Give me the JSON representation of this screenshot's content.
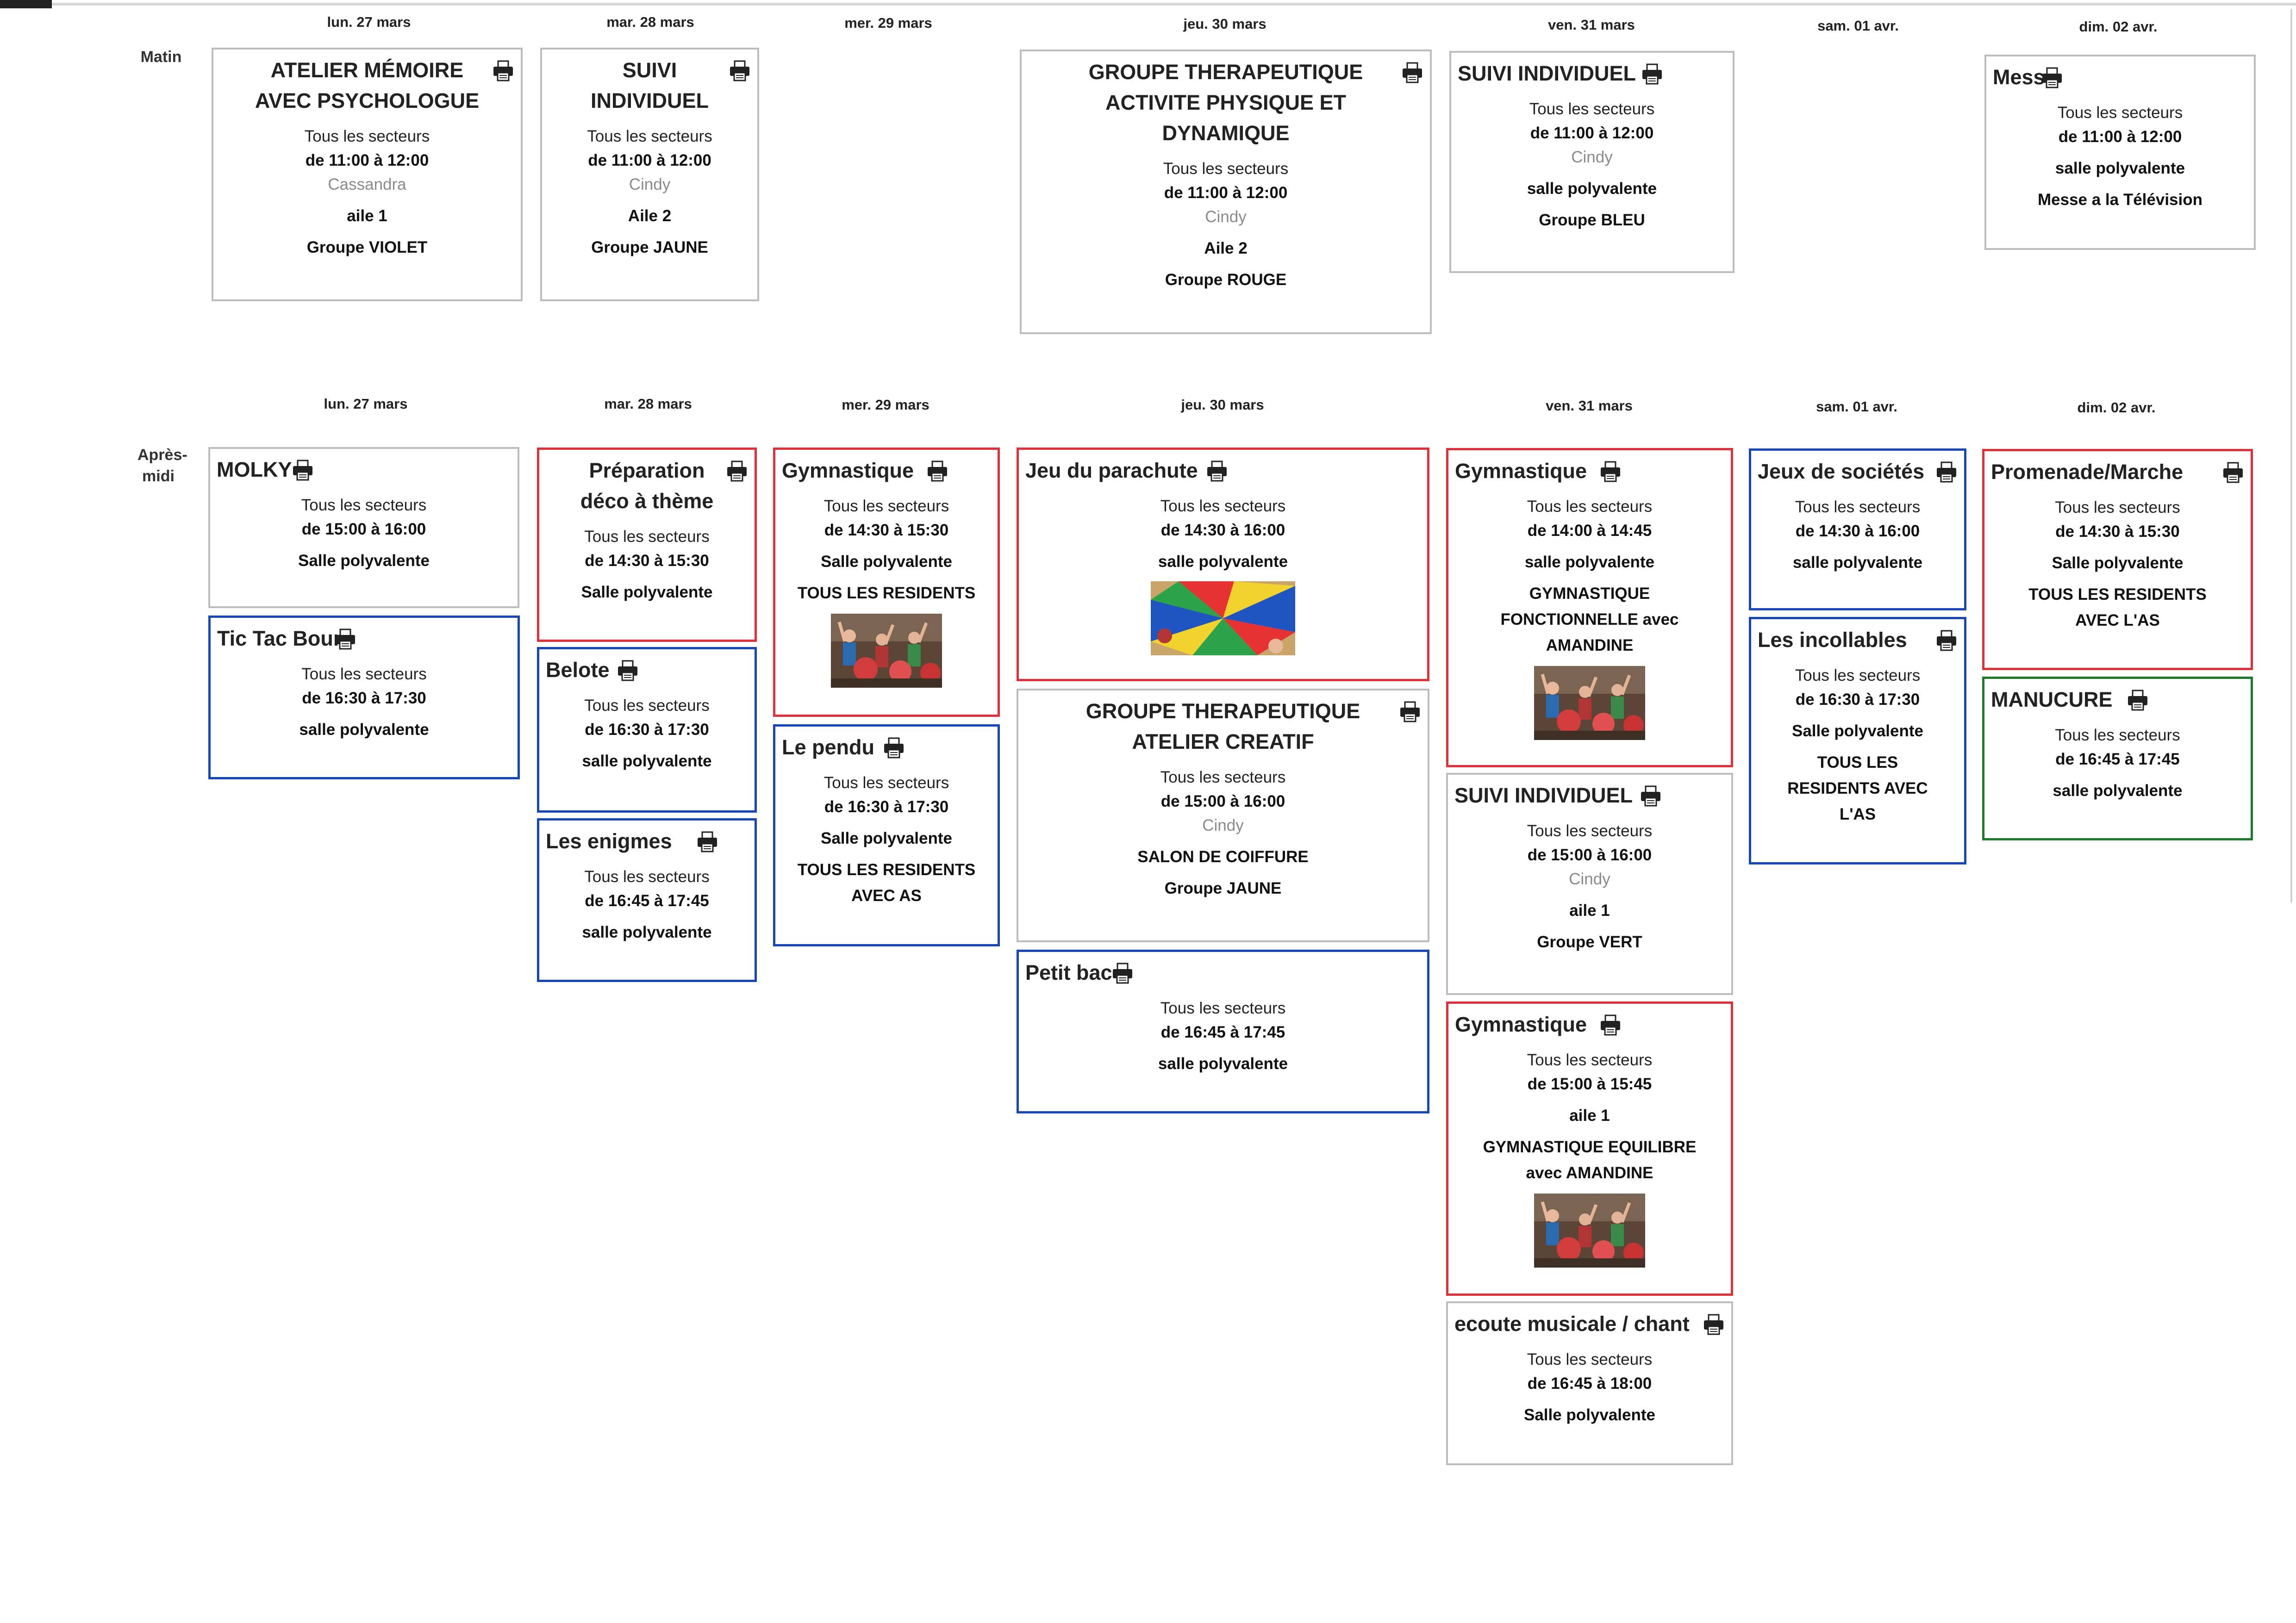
{
  "periods": {
    "morning": "Matin",
    "afternoon": "Après-midi"
  },
  "days": [
    "lun. 27 mars",
    "mar. 28 mars",
    "mer. 29 mars",
    "jeu. 30 mars",
    "ven. 31 mars",
    "sam. 01 avr.",
    "dim. 02 avr."
  ],
  "morning": {
    "mon": {
      "title": "ATELIER MÉMOIRE AVEC PSYCHOLOGUE",
      "sector": "Tous les secteurs",
      "hours": "de 11:00 à 12:00",
      "animator": "Cassandra",
      "place": "aile 1",
      "group": "Groupe VIOLET"
    },
    "tue": {
      "title": "SUIVI INDIVIDUEL",
      "sector": "Tous les secteurs",
      "hours": "de 11:00 à 12:00",
      "animator": "Cindy",
      "place": "Aile 2",
      "group": "Groupe JAUNE"
    },
    "thu": {
      "title": "GROUPE THERAPEUTIQUE ACTIVITE PHYSIQUE ET DYNAMIQUE",
      "sector": "Tous les secteurs",
      "hours": "de 11:00 à 12:00",
      "animator": "Cindy",
      "place": "Aile 2",
      "group": "Groupe ROUGE"
    },
    "fri": {
      "title": "SUIVI INDIVIDUEL",
      "sector": "Tous les secteurs",
      "hours": "de 11:00 à 12:00",
      "animator": "Cindy",
      "place": "salle polyvalente",
      "group": "Groupe BLEU"
    },
    "sun": {
      "title": "Messe",
      "sector": "Tous les secteurs",
      "hours": "de 11:00 à 12:00",
      "place": "salle polyvalente",
      "note": "Messe a la Télévision"
    }
  },
  "afternoon": {
    "mon1": {
      "title": "MOLKY",
      "sector": "Tous les secteurs",
      "hours": "de 15:00 à 16:00",
      "place": "Salle polyvalente"
    },
    "mon2": {
      "title": "Tic Tac Boum",
      "sector": "Tous les secteurs",
      "hours": "de 16:30 à 17:30",
      "place": "salle polyvalente"
    },
    "tue1": {
      "title": "Préparation déco à thème",
      "sector": "Tous les secteurs",
      "hours": "de 14:30 à 15:30",
      "place": "Salle polyvalente"
    },
    "tue2": {
      "title": "Belote",
      "sector": "Tous les secteurs",
      "hours": "de 16:30 à 17:30",
      "place": "salle polyvalente"
    },
    "tue3": {
      "title": "Les enigmes",
      "sector": "Tous les secteurs",
      "hours": "de 16:45 à 17:45",
      "place": "salle polyvalente"
    },
    "wed1": {
      "title": "Gymnastique",
      "sector": "Tous les secteurs",
      "hours": "de 14:30 à 15:30",
      "place": "Salle polyvalente",
      "group": "TOUS LES RESIDENTS"
    },
    "wed2": {
      "title": "Le pendu",
      "sector": "Tous les secteurs",
      "hours": "de 16:30 à 17:30",
      "place": "Salle polyvalente",
      "group": "TOUS LES RESIDENTS AVEC AS"
    },
    "thu1": {
      "title": "Jeu du parachute",
      "sector": "Tous les secteurs",
      "hours": "de 14:30 à 16:00",
      "place": "salle polyvalente"
    },
    "thu2": {
      "title": "GROUPE THERAPEUTIQUE ATELIER CREATIF",
      "sector": "Tous les secteurs",
      "hours": "de 15:00 à 16:00",
      "animator": "Cindy",
      "place": "SALON DE COIFFURE",
      "group": "Groupe JAUNE"
    },
    "thu3": {
      "title": "Petit bac",
      "sector": "Tous les secteurs",
      "hours": "de 16:45 à 17:45",
      "place": "salle polyvalente"
    },
    "fri1": {
      "title": "Gymnastique",
      "sector": "Tous les secteurs",
      "hours": "de 14:00 à 14:45",
      "place": "salle polyvalente",
      "group": "GYMNASTIQUE FONCTIONNELLE avec AMANDINE"
    },
    "fri2": {
      "title": "SUIVI INDIVIDUEL",
      "sector": "Tous les secteurs",
      "hours": "de 15:00 à 16:00",
      "animator": "Cindy",
      "place": "aile 1",
      "group": "Groupe VERT"
    },
    "fri3": {
      "title": "Gymnastique",
      "sector": "Tous les secteurs",
      "hours": "de 15:00 à 15:45",
      "place": "aile 1",
      "group": "GYMNASTIQUE EQUILIBRE avec AMANDINE"
    },
    "fri4": {
      "title": "ecoute musicale / chant",
      "sector": "Tous les secteurs",
      "hours": "de 16:45 à 18:00",
      "place": "Salle polyvalente"
    },
    "sat1": {
      "title": "Jeux de sociétés",
      "sector": "Tous les secteurs",
      "hours": "de 14:30 à 16:00",
      "place": "salle polyvalente"
    },
    "sat2": {
      "title": "Les incollables",
      "sector": "Tous les secteurs",
      "hours": "de 16:30 à 17:30",
      "place": "Salle polyvalente",
      "group": "TOUS LES RESIDENTS AVEC L'AS"
    },
    "sun1": {
      "title": "Promenade/Marche",
      "sector": "Tous les secteurs",
      "hours": "de 14:30 à 15:30",
      "place": "Salle polyvalente",
      "group": "TOUS LES RESIDENTS AVEC L'AS"
    },
    "sun2": {
      "title": "MANUCURE",
      "sector": "Tous les secteurs",
      "hours": "de 16:45 à 17:45",
      "place": "salle polyvalente"
    }
  },
  "colors": {
    "grey": "#bdbdbd",
    "red": "#e0303a",
    "blue": "#1646b8",
    "green": "#1c7a2c"
  },
  "icons": {
    "print": "printer-icon",
    "photo": "activity-photo"
  }
}
